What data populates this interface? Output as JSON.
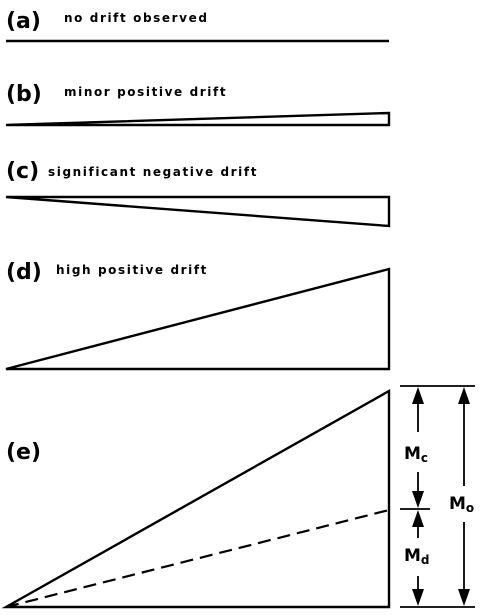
{
  "panels": [
    {
      "id": "a",
      "letter": "(a)",
      "caption": "no drift observed"
    },
    {
      "id": "b",
      "letter": "(b)",
      "caption": "minor positive drift"
    },
    {
      "id": "c",
      "letter": "(c)",
      "caption": "significant negative drift"
    },
    {
      "id": "d",
      "letter": "(d)",
      "caption": "high positive drift"
    },
    {
      "id": "e",
      "letter": "(e)",
      "caption": ""
    }
  ],
  "labels": {
    "mc_main": "M",
    "mc_sub": "c",
    "md_main": "M",
    "md_sub": "d",
    "mo_main": "M",
    "mo_sub": "o"
  },
  "colors": {
    "ink": "#000000",
    "background": "#ffffff"
  }
}
